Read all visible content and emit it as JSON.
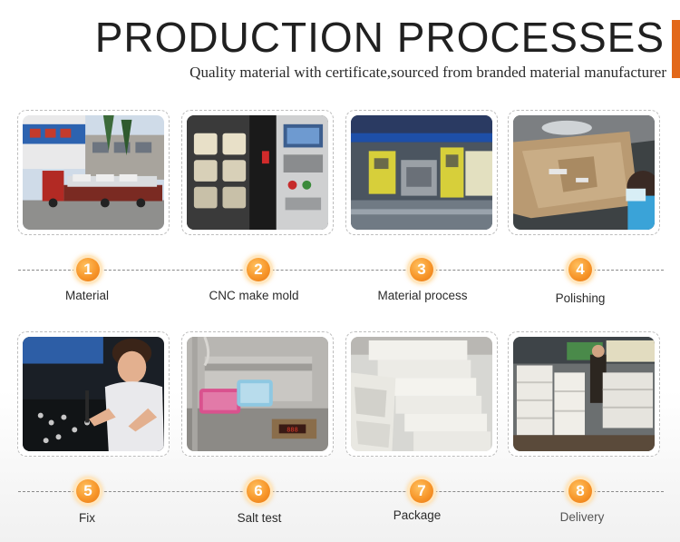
{
  "header": {
    "title": "PRODUCTION PROCESSES",
    "subtitle": "Quality material with certificate,sourced from branded material manufacturer",
    "accent_color": "#e2681a"
  },
  "badge_color": "#f7962a",
  "steps": [
    {
      "number": "1",
      "label": "Material"
    },
    {
      "number": "2",
      "label": "CNC make mold"
    },
    {
      "number": "3",
      "label": "Material process"
    },
    {
      "number": "4",
      "label": "Polishing"
    },
    {
      "number": "5",
      "label": "Fix"
    },
    {
      "number": "6",
      "label": "Salt test"
    },
    {
      "number": "7",
      "label": "Package"
    },
    {
      "number": "8",
      "label": "Delivery"
    }
  ]
}
